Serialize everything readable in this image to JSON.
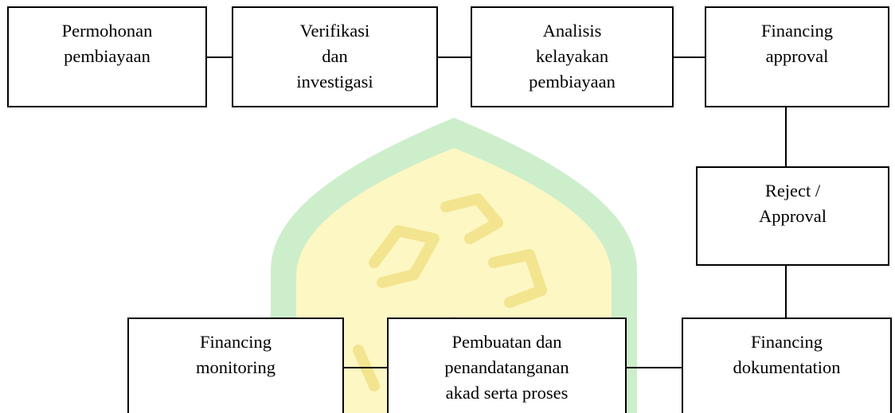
{
  "diagram": {
    "nodes": {
      "permohonan": {
        "lines": [
          "Permohonan",
          "pembiayaan"
        ]
      },
      "verifikasi": {
        "lines": [
          "Verifikasi",
          "dan",
          "investigasi"
        ]
      },
      "analisis": {
        "lines": [
          "Analisis",
          "kelayakan",
          "pembiayaan"
        ]
      },
      "approval": {
        "lines": [
          "Financing",
          "approval"
        ]
      },
      "reject": {
        "lines": [
          "Reject /",
          "Approval"
        ]
      },
      "dokumentasi": {
        "lines": [
          "Financing",
          "dokumentation"
        ]
      },
      "akad": {
        "lines": [
          "Pembuatan dan",
          "penandatanganan",
          "akad serta proses"
        ]
      },
      "monitoring": {
        "lines": [
          "Financing",
          "monitoring"
        ]
      }
    },
    "edges": [
      {
        "from": "permohonan",
        "to": "verifikasi"
      },
      {
        "from": "verifikasi",
        "to": "analisis"
      },
      {
        "from": "analisis",
        "to": "approval"
      },
      {
        "from": "approval",
        "to": "reject"
      },
      {
        "from": "reject",
        "to": "dokumentasi"
      },
      {
        "from": "dokumentasi",
        "to": "akad"
      },
      {
        "from": "akad",
        "to": "monitoring"
      }
    ]
  },
  "colors": {
    "box_border": "#000000",
    "text": "#000000",
    "watermark_outer": "#cdeecb",
    "watermark_inner": "#fdf7c4",
    "watermark_motif": "#f3e48f"
  }
}
